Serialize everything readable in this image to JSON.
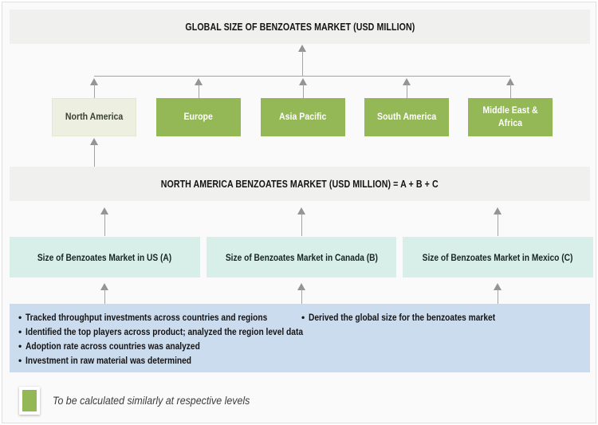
{
  "palette": {
    "green": "#95b857",
    "highlight_box": "#edf0e0",
    "gray_bar": "#f0f0ef",
    "teal_box": "#d8efe9",
    "blue_box": "#cbdcee",
    "line": "#a3a3a3"
  },
  "top_bar": {
    "label": "GLOBAL SIZE OF BENZOATES MARKET (USD MILLION)"
  },
  "regions": [
    {
      "label": "North America",
      "highlighted": true
    },
    {
      "label": "Europe",
      "highlighted": false
    },
    {
      "label": "Asia Pacific",
      "highlighted": false
    },
    {
      "label": "South America",
      "highlighted": false
    },
    {
      "label": "Middle East & Africa",
      "highlighted": false
    }
  ],
  "na_bar": {
    "label": "NORTH AMERICA BENZOATES MARKET (USD MILLION) = A + B + C"
  },
  "country_boxes": [
    {
      "label": "Size of Benzoates Market in US (A)"
    },
    {
      "label": "Size of Benzoates Market in Canada (B)"
    },
    {
      "label": "Size of Benzoates Market in Mexico (C)"
    }
  ],
  "methodology": {
    "left_bullets": [
      "Tracked throughput investments across countries and regions",
      "Identified the top players across product; analyzed  the region level data",
      "Adoption rate across countries was analyzed",
      "Investment in raw material was determined"
    ],
    "right_bullets": [
      "Derived the global size for the benzoates market"
    ],
    "bullet_char": "•"
  },
  "legend": {
    "label": "To be calculated similarly at respective levels",
    "swatch_color": "#95b857"
  }
}
